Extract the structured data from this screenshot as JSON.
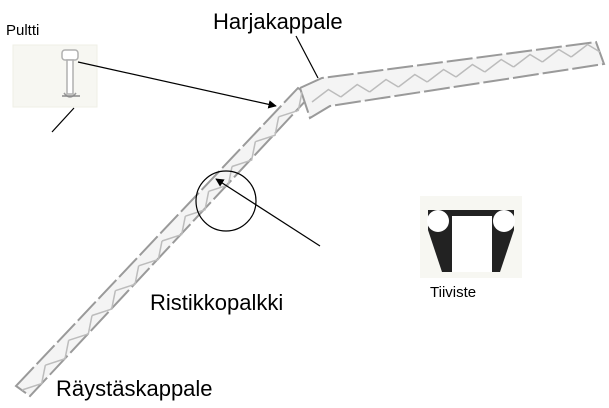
{
  "labels": {
    "pultti": "Pultti",
    "harjakappale": "Harjakappale",
    "ristikkopalkki": "Ristikkopalkki",
    "tiiviste": "Tiiviste",
    "raystaskappale": "Räystäskappale"
  },
  "colors": {
    "truss_stroke": "#9a9a9a",
    "truss_detail": "#bcbcbc",
    "arrow": "#000000",
    "seal_fill": "#222222",
    "seal_bg": "#f7f7f2"
  },
  "icons": {
    "bolt": "bolt-icon",
    "seal": "seal-icon"
  }
}
